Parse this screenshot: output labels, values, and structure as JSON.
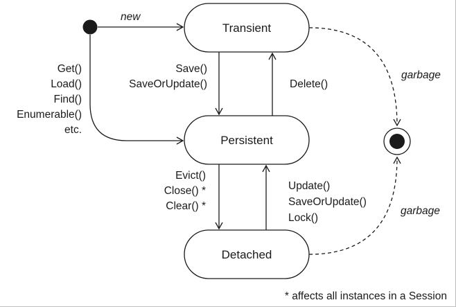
{
  "states": {
    "transient": "Transient",
    "persistent": "Persistent",
    "detached": "Detached"
  },
  "transitions": {
    "new": "new",
    "save": [
      "Save()",
      "SaveOrUpdate()"
    ],
    "delete": "Delete()",
    "get_load": [
      "Get()",
      "Load()",
      "Find()",
      "Enumerable()",
      "etc."
    ],
    "evict": [
      "Evict()",
      "Close() *",
      "Clear() *"
    ],
    "update": [
      "Update()",
      "SaveOrUpdate()",
      "Lock()"
    ],
    "garbage_top": "garbage",
    "garbage_bottom": "garbage"
  },
  "footnote": "* affects all instances in a Session"
}
